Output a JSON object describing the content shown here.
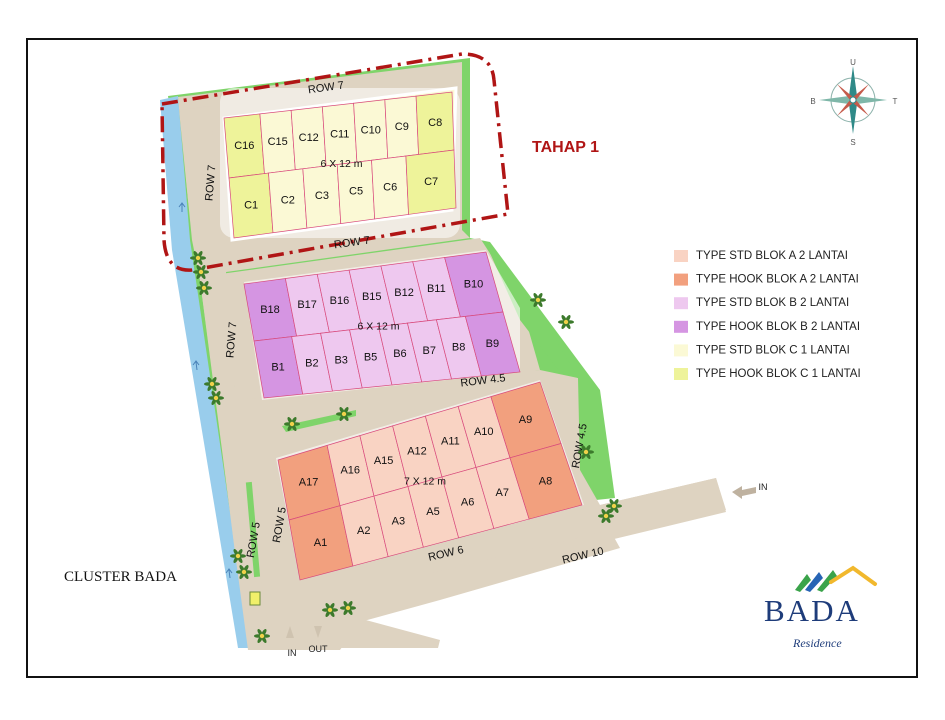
{
  "labels": {
    "phase": "TAHAP 1",
    "cluster": "CLUSTER BADA",
    "brand_name": "BADA",
    "brand_sub": "Residence",
    "in_east": "IN",
    "in_gate": "IN",
    "out_gate": "OUT"
  },
  "compass": {
    "north": "U",
    "south": "S",
    "west": "B",
    "east": "T"
  },
  "rows": {
    "row7_top": "ROW 7",
    "row7_left_c": "ROW 7",
    "row7_mid": "ROW 7",
    "row7_left_b": "ROW 7",
    "row45_top": "ROW 4.5",
    "row45_right": "ROW 4.5",
    "row5_outer": "ROW 5",
    "row5_inner": "ROW 5",
    "row6": "ROW 6",
    "row10": "ROW 10"
  },
  "blocks": {
    "c": {
      "size": "6 X 12 m",
      "top": [
        "C16",
        "C15",
        "C12",
        "C11",
        "C10",
        "C9",
        "C8"
      ],
      "bottom": [
        "C1",
        "C2",
        "C3",
        "C5",
        "C6",
        "C7"
      ]
    },
    "b": {
      "size": "6 X 12 m",
      "top": [
        "B18",
        "B17",
        "B16",
        "B15",
        "B12",
        "B11",
        "B10"
      ],
      "bottom": [
        "B1",
        "B2",
        "B3",
        "B5",
        "B6",
        "B7",
        "B8",
        "B9"
      ]
    },
    "a": {
      "size": "7 X 12 m",
      "top": [
        "A17",
        "A16",
        "A15",
        "A12",
        "A11",
        "A10",
        "A9"
      ],
      "bottom": [
        "A1",
        "A2",
        "A3",
        "A5",
        "A6",
        "A7",
        "A8"
      ]
    }
  },
  "legend": [
    {
      "label": "TYPE STD BLOK A 2 LANTAI",
      "color": "#f9d3c3"
    },
    {
      "label": "TYPE HOOK BLOK A 2 LANTAI",
      "color": "#f2a07e"
    },
    {
      "label": "TYPE STD BLOK B 2 LANTAI",
      "color": "#eec8ef"
    },
    {
      "label": "TYPE HOOK BLOK B 2 LANTAI",
      "color": "#d595e2"
    },
    {
      "label": "TYPE STD BLOK C 1 LANTAI",
      "color": "#fbf9d5"
    },
    {
      "label": "TYPE HOOK BLOK C 1 LANTAI",
      "color": "#eef39a"
    }
  ],
  "colors": {
    "road": "#ded3c1",
    "grass": "#7fd46a",
    "river": "#99cdec",
    "phase_boundary": "#b01515",
    "lot_grid": "#d84a7c",
    "brand_green": "#3aa34a",
    "brand_blue": "#2764b4",
    "brand_yellow": "#f1b82d"
  }
}
